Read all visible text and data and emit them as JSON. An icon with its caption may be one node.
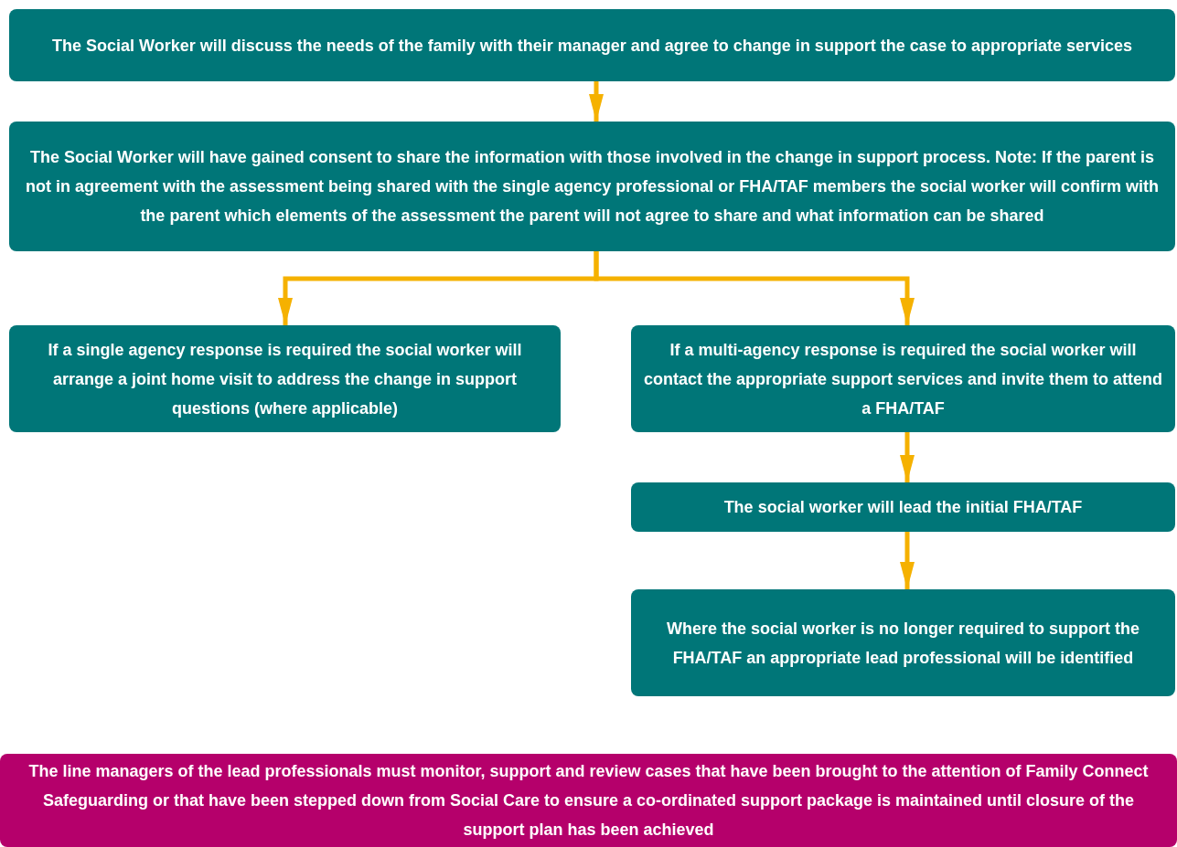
{
  "diagram": {
    "nodes": [
      {
        "text": [
          "The Social Worker will discuss the needs of the family with their manager and agree to change in support the case to appropriate services"
        ]
      },
      {
        "text": [
          "The Social Worker will have gained consent to share the information with those involved in the change in support process. Note: If the parent is not in agreement with the assessment being shared with the single agency professional or FHA/TAF members the social worker will confirm with the parent which elements of the assessment the parent will not agree to share and what information can be shared"
        ]
      },
      {
        "text": [
          "If a single agency response is required the social worker will arrange a joint home visit to address the change in support questions (where applicable)"
        ]
      },
      {
        "text": [
          "If a multi-agency response is required the social worker will contact the appropriate support services and invite them to attend a FHA/TAF"
        ]
      },
      {
        "text": [
          "The social worker will lead the initial FHA/TAF"
        ]
      },
      {
        "text": [
          "Where the social worker is no longer required to support the FHA/TAF an appropriate lead professional will be identified"
        ]
      },
      {
        "text": [
          "The line managers of the lead professionals must monitor, support and review cases that have been brought to the attention of Family Connect Safeguarding or that have been stepped down from Social Care to ensure a co-ordinated support package is maintained until closure of the support plan has been achieved"
        ]
      }
    ],
    "edges": [
      {
        "from": 0,
        "to": 1,
        "arrow": "to"
      },
      {
        "from": 1,
        "to": 2,
        "arrow": "to"
      },
      {
        "from": 1,
        "to": 3,
        "arrow": "to"
      },
      {
        "from": 3,
        "to": 4,
        "arrow": "to"
      },
      {
        "from": 4,
        "to": 5,
        "arrow": "to"
      }
    ]
  }
}
